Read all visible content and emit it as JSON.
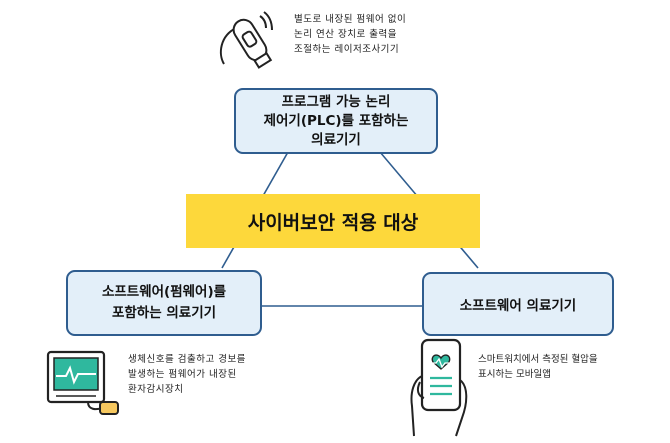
{
  "center": {
    "label": "사이버보안 적용 대상"
  },
  "nodes": {
    "top": {
      "label": "프로그램 가능 논리\n제어기(PLC)를 포함하는\n의료기기"
    },
    "left": {
      "label": "소프트웨어(펌웨어)를\n포함하는 의료기기"
    },
    "right": {
      "label": "소프트웨어 의료기기"
    }
  },
  "examples": {
    "top": {
      "icon": "laser-device-icon",
      "text": "별도로 내장된 펌웨어 없이\n논리 연산 장치로 출력을\n조절하는 레이저조사기기"
    },
    "left": {
      "icon": "patient-monitor-icon",
      "text": "생체신호를 검출하고 경보를\n발생하는 펌웨어가 내장된\n환자감시장치"
    },
    "right": {
      "icon": "smartphone-app-icon",
      "text": "스마트워치에서 측정된 혈압을\n표시하는 모바일앱"
    }
  },
  "colors": {
    "box_fill": "#e3eff9",
    "box_border": "#2f5d8f",
    "center_fill": "#fdd83b",
    "connector": "#2f5d8f",
    "icon_teal": "#2fb89e"
  }
}
